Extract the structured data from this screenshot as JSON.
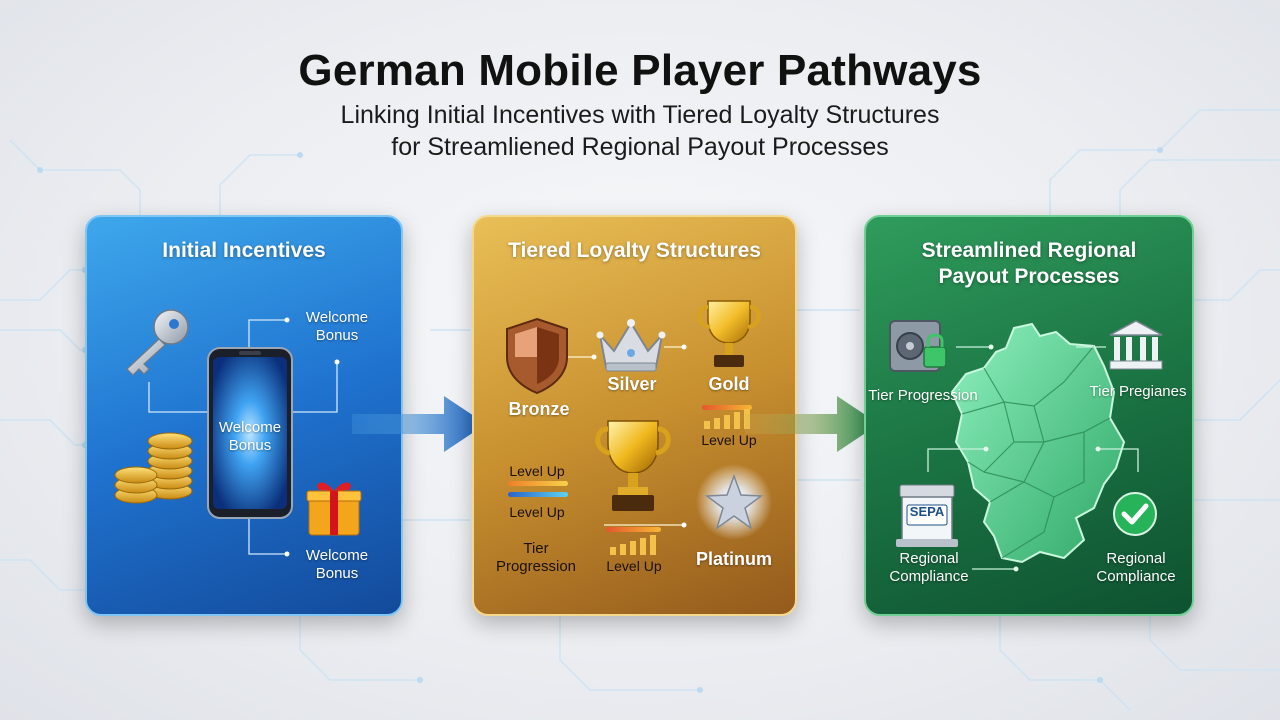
{
  "header": {
    "title": "German Mobile Player Pathways",
    "subtitle_line1": "Linking Initial Incentives with Tiered Loyalty Structures",
    "subtitle_line2": "for Streamliened Regional Payout Processes"
  },
  "panels": {
    "incentives": {
      "title": "Initial Incentives",
      "phone_label": "Welcome Bonus",
      "callout_top": "Welcome Bonus",
      "callout_bottom": "Welcome Bonus"
    },
    "loyalty": {
      "title": "Tiered Loyalty Structures",
      "tiers": [
        "Bronze",
        "Silver",
        "Gold",
        "Platinum"
      ],
      "level_up_labels": [
        "Level Up",
        "Level Up",
        "Level Up",
        "Level Up"
      ],
      "tier_progression": "Tier Progression"
    },
    "payout": {
      "title_line1": "Streamlined Regional",
      "title_line2": "Payout Processes",
      "tier_progression": "Tier Progression",
      "tier_pregianes": "Tier Pregianes",
      "compliance_left": "Regional Compliance",
      "compliance_right": "Regional Compliance",
      "sepa_label": "SEPA"
    }
  },
  "colors": {
    "blue_panel": "#1f73cf",
    "gold_panel": "#c8902f",
    "green_panel": "#1b7443",
    "map_green": "#5fd39a"
  }
}
